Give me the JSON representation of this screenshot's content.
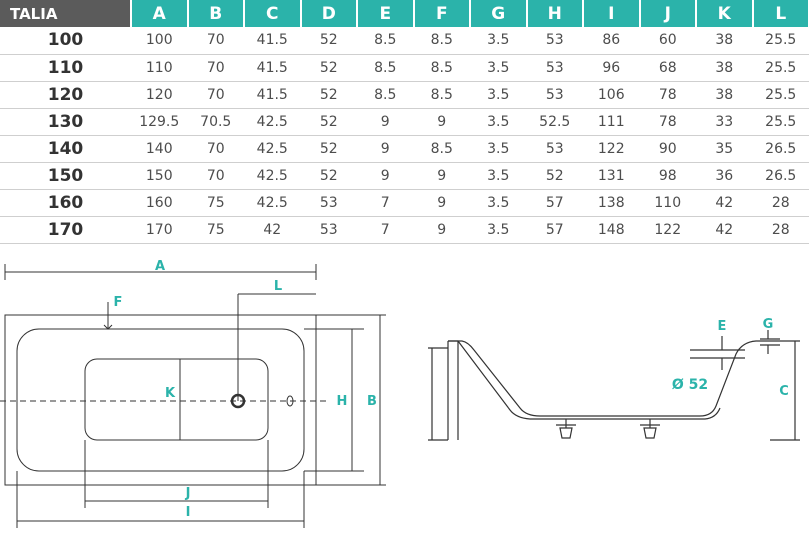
{
  "table": {
    "model_header": "TALIA",
    "columns": [
      "A",
      "B",
      "C",
      "D",
      "E",
      "F",
      "G",
      "H",
      "I",
      "J",
      "K",
      "L"
    ],
    "rows": [
      {
        "model": "100",
        "values": [
          "100",
          "70",
          "41.5",
          "52",
          "8.5",
          "8.5",
          "3.5",
          "53",
          "86",
          "60",
          "38",
          "25.5"
        ]
      },
      {
        "model": "110",
        "values": [
          "110",
          "70",
          "41.5",
          "52",
          "8.5",
          "8.5",
          "3.5",
          "53",
          "96",
          "68",
          "38",
          "25.5"
        ]
      },
      {
        "model": "120",
        "values": [
          "120",
          "70",
          "41.5",
          "52",
          "8.5",
          "8.5",
          "3.5",
          "53",
          "106",
          "78",
          "38",
          "25.5"
        ]
      },
      {
        "model": "130",
        "values": [
          "129.5",
          "70.5",
          "42.5",
          "52",
          "9",
          "9",
          "3.5",
          "52.5",
          "111",
          "78",
          "33",
          "25.5"
        ]
      },
      {
        "model": "140",
        "values": [
          "140",
          "70",
          "42.5",
          "52",
          "9",
          "8.5",
          "3.5",
          "53",
          "122",
          "90",
          "35",
          "26.5"
        ]
      },
      {
        "model": "150",
        "values": [
          "150",
          "70",
          "42.5",
          "52",
          "9",
          "9",
          "3.5",
          "52",
          "131",
          "98",
          "36",
          "26.5"
        ]
      },
      {
        "model": "160",
        "values": [
          "160",
          "75",
          "42.5",
          "53",
          "7",
          "9",
          "3.5",
          "57",
          "138",
          "110",
          "42",
          "28"
        ]
      },
      {
        "model": "170",
        "values": [
          "170",
          "75",
          "42",
          "53",
          "7",
          "9",
          "3.5",
          "57",
          "148",
          "122",
          "42",
          "28"
        ]
      }
    ]
  },
  "top_view": {
    "labels": {
      "A": "A",
      "F": "F",
      "L": "L",
      "K": "K",
      "H": "H",
      "B": "B",
      "J": "J",
      "I": "I"
    }
  },
  "side_view": {
    "labels": {
      "E": "E",
      "G": "G",
      "C": "C",
      "drain": "Ø 52"
    }
  },
  "colors": {
    "accent": "#2bb3aa",
    "header_dark": "#5b5b5b",
    "line": "#333333"
  }
}
